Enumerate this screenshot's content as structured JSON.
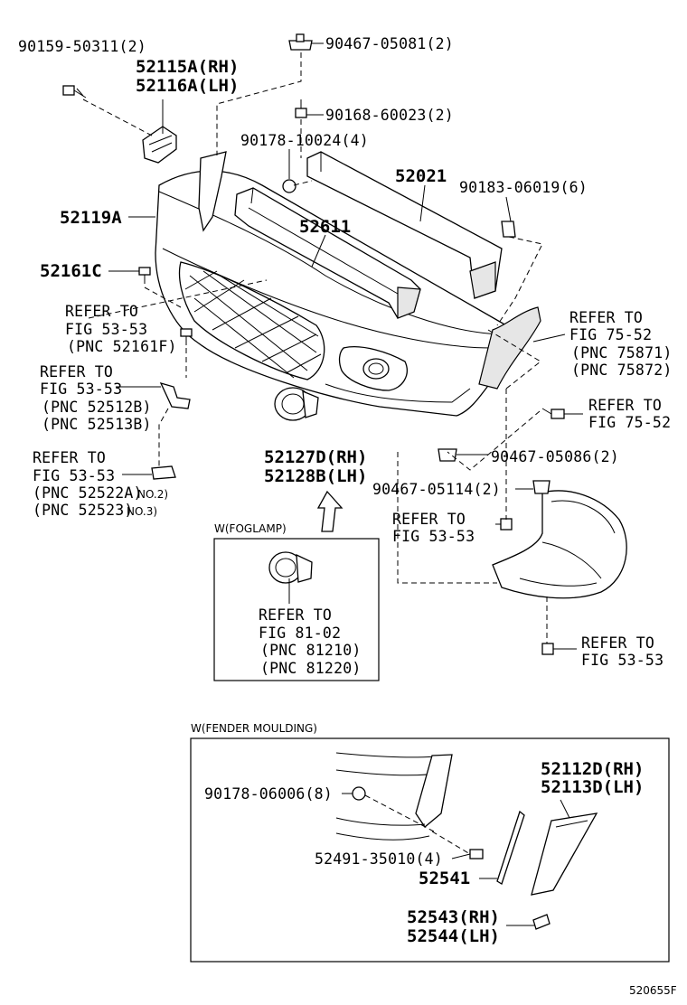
{
  "labels": {
    "l90159": "90159-50311(2)",
    "l52115": "52115A(RH)",
    "l52116": "52116A(LH)",
    "l90467a": "90467-05081(2)",
    "l90168": "90168-60023(2)",
    "l90178a": "90178-10024(4)",
    "l52021": "52021",
    "l90183": "90183-06019(6)",
    "l52119": "52119A",
    "l52611": "52611",
    "l52161": "52161C",
    "ref1_a": "REFER TO",
    "ref1_b": "FIG 53-53",
    "ref1_c": "(PNC 52161F)",
    "ref2_a": "REFER TO",
    "ref2_b": "FIG 53-53",
    "ref2_c": "(PNC 52512B)",
    "ref2_d": "(PNC 52513B)",
    "ref3_a": "REFER TO",
    "ref3_b": "FIG 53-53",
    "ref3_c": "(PNC 52522A)",
    "ref3_c2": "NO.2)",
    "ref3_d": "(PNC 52523)",
    "ref3_d2": "NO.3)",
    "ref4_a": "REFER TO",
    "ref4_b": "FIG 75-52",
    "ref4_c": "(PNC 75871)",
    "ref4_d": "(PNC 75872)",
    "ref5_a": "REFER TO",
    "ref5_b": "FIG 75-52",
    "l52127": "52127D(RH)",
    "l52128": "52128B(LH)",
    "l90467b": "90467-05086(2)",
    "l90467c": "90467-05114(2)",
    "ref6_a": "REFER TO",
    "ref6_b": "FIG 53-53",
    "ref7_a": "REFER TO",
    "ref7_b": "FIG 53-53",
    "foglamp_title": "W(FOGLAMP)",
    "ref8_a": "REFER TO",
    "ref8_b": "FIG 81-02",
    "ref8_c": "(PNC 81210)",
    "ref8_d": "(PNC 81220)",
    "moulding_title": "W(FENDER MOULDING)",
    "l90178b": "90178-06006(8)",
    "l52112": "52112D(RH)",
    "l52113": "52113D(LH)",
    "l52491": "52491-35010(4)",
    "l52541": "52541",
    "l52543": "52543(RH)",
    "l52544": "52544(LH)",
    "figure_code": "520655F"
  }
}
